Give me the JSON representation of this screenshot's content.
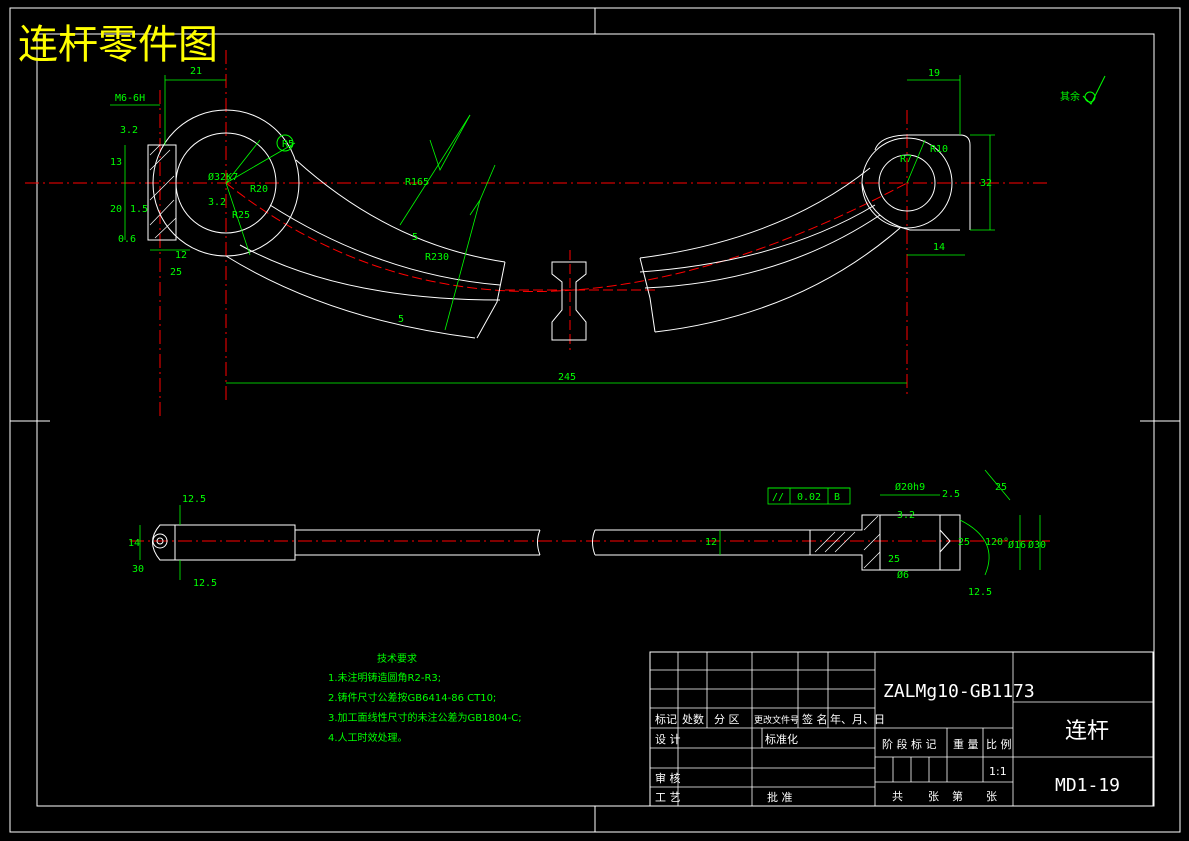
{
  "title": "连杆零件图",
  "roughness_note": "其余",
  "dims": {
    "d21": "21",
    "m6": "M6-6H",
    "r32": "3.2",
    "d13": "13",
    "d20": "20",
    "d15": "1.5",
    "d06": "0.6",
    "d12": "12",
    "d25a": "25",
    "phi": "Ø32K7",
    "r20": "R20",
    "r5a": "R5",
    "r3": "3.2",
    "r25": "R25",
    "r165": "R165",
    "r230": "R230",
    "s5a": "5",
    "s5b": "5",
    "d19": "19",
    "r10": "R10",
    "r7": "R7",
    "d32": "32",
    "d14": "14",
    "d245": "245",
    "d125a": "12.5",
    "d125b": "12.5",
    "d14b": "14",
    "d30": "30",
    "d12b": "12",
    "tol": "0.02",
    "tolref": "B",
    "sym": "//",
    "d20h9": "Ø20h9",
    "d25b": "2.5",
    "d25c": "25",
    "r32b": "3.2",
    "a120": "120°",
    "d16": "Ø16",
    "d30b": "Ø30",
    "d125c": "12.5",
    "d25d": "25",
    "d6": "Ø6",
    "d25e": "25"
  },
  "notes": {
    "heading": "技术要求",
    "items": [
      "1.未注明铸造圆角R2-R3;",
      "2.铸件尺寸公差按GB6414-86  CT10;",
      "3.加工面线性尺寸的未注公差为GB1804-C;",
      "4.人工时效处理。"
    ]
  },
  "title_block": {
    "material": "ZALMg10-GB1173",
    "part_name": "连杆",
    "drawing_no": "MD1-19",
    "scale": "1:1",
    "headers": [
      "标记",
      "处数",
      "分 区",
      "更改文件号",
      "签 名",
      "年、月、日"
    ],
    "design": "设 计",
    "standard": "标准化",
    "stage": "阶 段 标 记",
    "weight": "重 量",
    "ratio": "比 例",
    "review": "审 核",
    "process": "工 艺",
    "approve": "批 准",
    "total": "共",
    "sheets": "张",
    "page": "第",
    "sheet": "张"
  }
}
